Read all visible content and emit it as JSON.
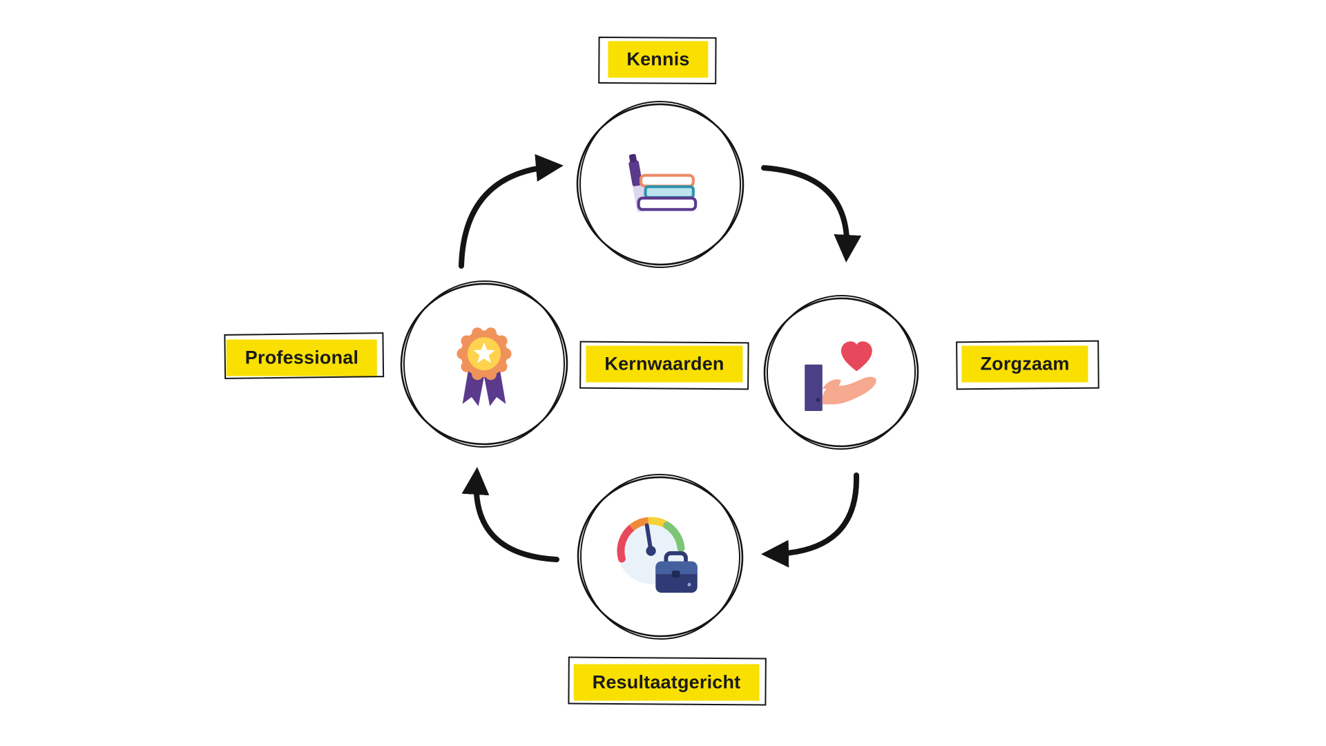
{
  "diagram": {
    "center_label": "Kernwaarden",
    "nodes": [
      {
        "id": "kennis",
        "label": "Kennis",
        "icon": "books-icon",
        "position": "top"
      },
      {
        "id": "zorgzaam",
        "label": "Zorgzaam",
        "icon": "heart-in-hand-icon",
        "position": "right"
      },
      {
        "id": "resultaatgericht",
        "label": "Resultaatgericht",
        "icon": "speedometer-briefcase-icon",
        "position": "bottom"
      },
      {
        "id": "professional",
        "label": "Professional",
        "icon": "award-ribbon-icon",
        "position": "left"
      }
    ],
    "flow": {
      "direction": "clockwise",
      "edges": [
        {
          "from": "professional",
          "to": "kennis"
        },
        {
          "from": "kennis",
          "to": "zorgzaam"
        },
        {
          "from": "zorgzaam",
          "to": "resultaatgericht"
        },
        {
          "from": "resultaatgericht",
          "to": "professional"
        }
      ]
    },
    "colors": {
      "highlight": "#F9E000",
      "ink": "#141414",
      "text": "#1a1a1a",
      "background": "#ffffff"
    }
  }
}
